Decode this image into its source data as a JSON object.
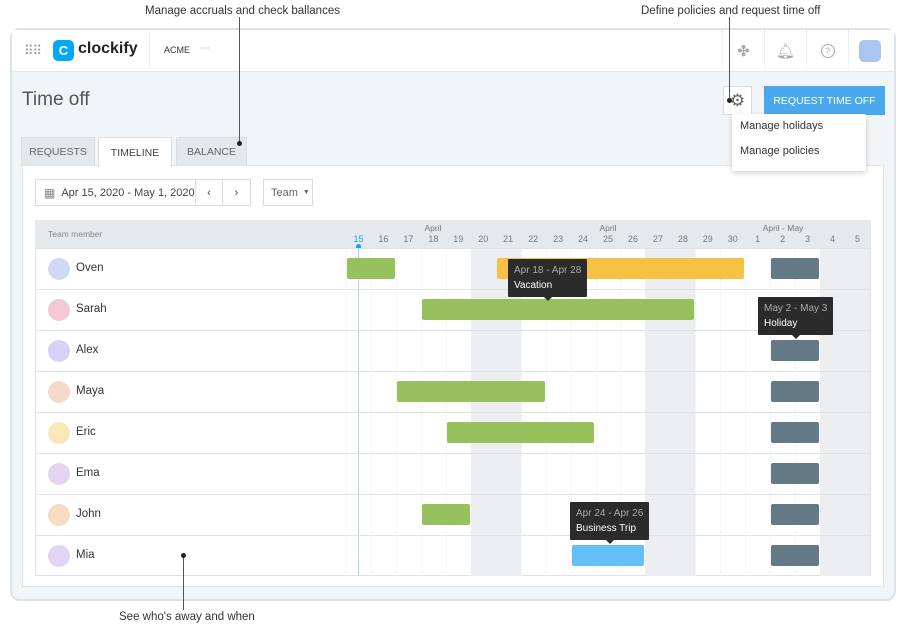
{
  "annotations": {
    "top_left": "Manage accruals and check ballances",
    "top_right": "Define policies and request time off",
    "bottom": "See who's away and when"
  },
  "app": {
    "name": "clockify",
    "workspace": "ACME",
    "brand_color": "#03a9f4"
  },
  "page": {
    "title": "Time off",
    "request_button": "REQUEST TIME OFF"
  },
  "settings_menu": {
    "items": [
      "Manage holidays",
      "Manage policies"
    ]
  },
  "tabs": [
    {
      "label": "REQUESTS"
    },
    {
      "label": "TIMELINE"
    },
    {
      "label": "BALANCE"
    }
  ],
  "filters": {
    "date_range": "Apr 15, 2020 - May 1, 2020",
    "group": "Team"
  },
  "timeline": {
    "member_header": "Team member",
    "months": [
      "April",
      "April",
      "April - May"
    ],
    "days": [
      "15",
      "16",
      "17",
      "18",
      "19",
      "20",
      "21",
      "22",
      "23",
      "24",
      "25",
      "26",
      "27",
      "28",
      "29",
      "30",
      "1",
      "2",
      "3",
      "4",
      "5"
    ],
    "today_index": 0,
    "weekend_indices": [
      5,
      6,
      12,
      13,
      19,
      20
    ],
    "members": [
      {
        "name": "Oven",
        "avatar": "#cfd8f5"
      },
      {
        "name": "Sarah",
        "avatar": "#f3c9d6"
      },
      {
        "name": "Alex",
        "avatar": "#d6d1f5"
      },
      {
        "name": "Maya",
        "avatar": "#f5d9c9"
      },
      {
        "name": "Eric",
        "avatar": "#f9e7b8"
      },
      {
        "name": "Ema",
        "avatar": "#e6d3f0"
      },
      {
        "name": "John",
        "avatar": "#f6dcc3"
      },
      {
        "name": "Mia",
        "avatar": "#e4d4f3"
      }
    ],
    "colors": {
      "vacation": "#f6c244",
      "sick": "#97c15c",
      "holiday": "#637985",
      "trip": "#64bff6"
    },
    "bars": [
      {
        "row": 0,
        "start": 0,
        "end": 1,
        "type": "sick"
      },
      {
        "row": 0,
        "start": 6,
        "end": 15,
        "type": "vacation"
      },
      {
        "row": 1,
        "start": 3,
        "end": 13,
        "type": "sick"
      },
      {
        "row": 3,
        "start": 2,
        "end": 7,
        "type": "sick"
      },
      {
        "row": 4,
        "start": 4,
        "end": 9,
        "type": "sick"
      },
      {
        "row": 6,
        "start": 3,
        "end": 4,
        "type": "sick"
      },
      {
        "row": 7,
        "start": 9,
        "end": 11,
        "type": "trip"
      },
      {
        "row": 0,
        "start": 17,
        "end": 18,
        "type": "holiday"
      },
      {
        "row": 1,
        "start": 17,
        "end": 18,
        "type": "holiday"
      },
      {
        "row": 2,
        "start": 17,
        "end": 18,
        "type": "holiday"
      },
      {
        "row": 3,
        "start": 17,
        "end": 18,
        "type": "holiday"
      },
      {
        "row": 4,
        "start": 17,
        "end": 18,
        "type": "holiday"
      },
      {
        "row": 5,
        "start": 17,
        "end": 18,
        "type": "holiday"
      },
      {
        "row": 6,
        "start": 17,
        "end": 18,
        "type": "holiday"
      },
      {
        "row": 7,
        "start": 17,
        "end": 18,
        "type": "holiday"
      }
    ],
    "tooltips": [
      {
        "dates": "Apr 18 - Apr 28",
        "label": "Vacation"
      },
      {
        "dates": "May 2 - May 3",
        "label": "Holiday"
      },
      {
        "dates": "Apr 24 - Apr 26",
        "label": "Business Trip"
      }
    ]
  }
}
